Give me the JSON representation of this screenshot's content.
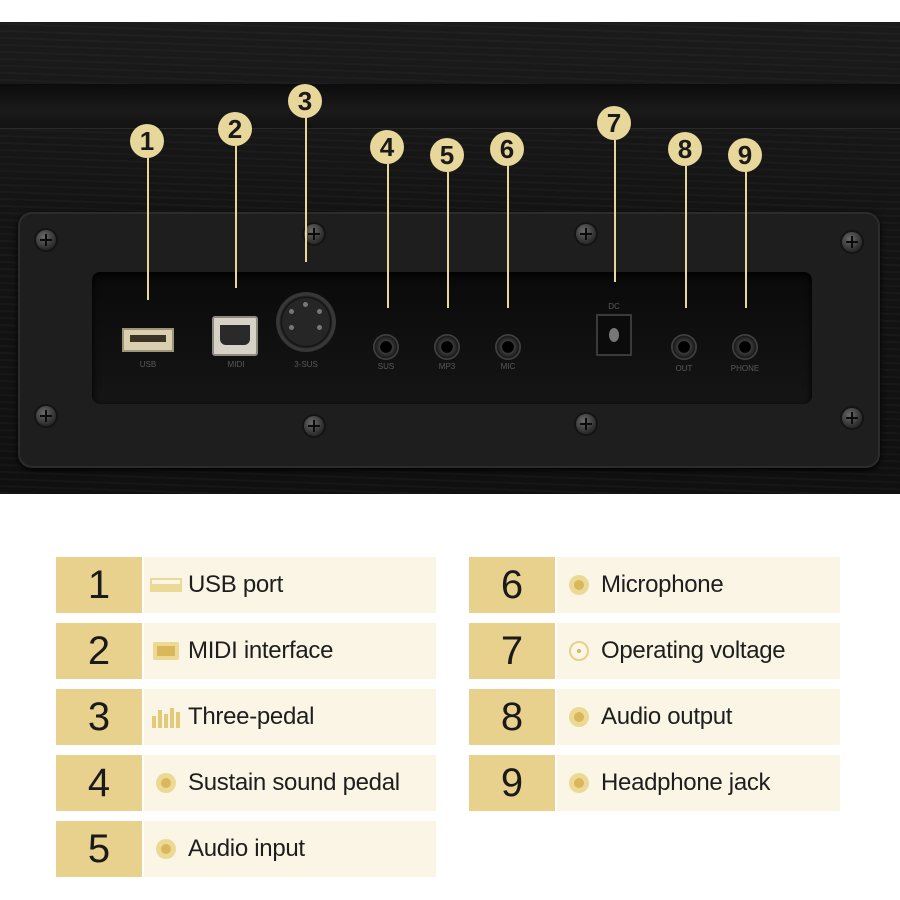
{
  "photo": {
    "callouts": [
      "1",
      "2",
      "3",
      "4",
      "5",
      "6",
      "7",
      "8",
      "9"
    ],
    "port_labels": [
      "USB",
      "MIDI",
      "3-SUS",
      "SUS",
      "MP3",
      "MIC",
      "OUT",
      "PHONE"
    ],
    "dc_label": "DC"
  },
  "legend": {
    "left": [
      {
        "num": "1",
        "label": "USB port",
        "icon": "usb-icon"
      },
      {
        "num": "2",
        "label": "MIDI interface",
        "icon": "midi-icon"
      },
      {
        "num": "3",
        "label": "Three-pedal",
        "icon": "pedal-bars-icon"
      },
      {
        "num": "4",
        "label": "Sustain sound pedal",
        "icon": "jack-icon"
      },
      {
        "num": "5",
        "label": "Audio input",
        "icon": "jack-icon"
      }
    ],
    "right": [
      {
        "num": "6",
        "label": "Microphone",
        "icon": "jack-icon"
      },
      {
        "num": "7",
        "label": "Operating voltage",
        "icon": "dc-icon"
      },
      {
        "num": "8",
        "label": "Audio output",
        "icon": "jack-icon"
      },
      {
        "num": "9",
        "label": "Headphone jack",
        "icon": "jack-icon"
      }
    ]
  },
  "colors": {
    "gold": "#e8d08d",
    "cream": "#faf5e4",
    "callout": "#e8d79a"
  }
}
